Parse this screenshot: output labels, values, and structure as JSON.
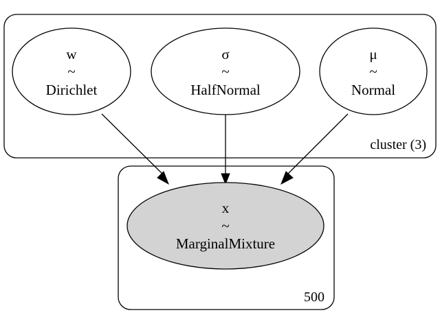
{
  "diagram": {
    "colors": {
      "stroke": "#000000",
      "observed_fill": "#d3d3d3",
      "latent_fill": "#ffffff",
      "background": "#ffffff"
    },
    "plates": {
      "cluster": {
        "label": "cluster (3)"
      },
      "data": {
        "label": "500"
      }
    },
    "nodes": {
      "w": {
        "name": "w",
        "tilde": "~",
        "dist": "Dirichlet",
        "observed": false
      },
      "sigma": {
        "name": "σ",
        "tilde": "~",
        "dist": "HalfNormal",
        "observed": false
      },
      "mu": {
        "name": "μ",
        "tilde": "~",
        "dist": "Normal",
        "observed": false
      },
      "x": {
        "name": "x",
        "tilde": "~",
        "dist": "MarginalMixture",
        "observed": true
      }
    },
    "edges": [
      {
        "from": "w",
        "to": "x"
      },
      {
        "from": "σ",
        "to": "x"
      },
      {
        "from": "μ",
        "to": "x"
      }
    ]
  }
}
